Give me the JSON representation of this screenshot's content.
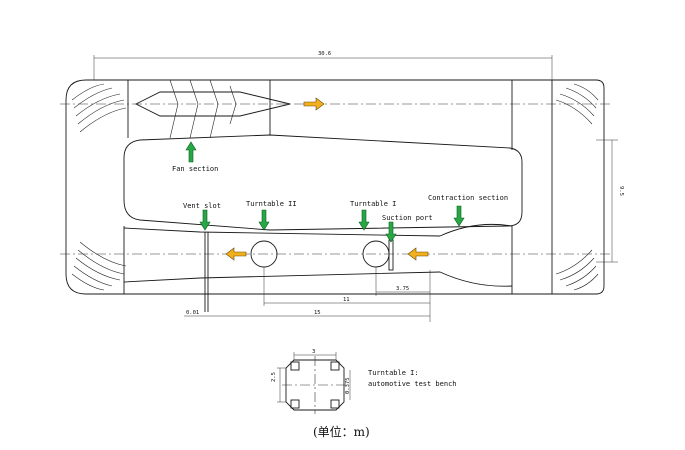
{
  "labels": {
    "fan_section": "Fan section",
    "vent_slot": "Vent slot",
    "turntable_2": "Turntable II",
    "turntable_1": "Turntable I",
    "suction_port": "Suction port",
    "contraction_section": "Contraction section",
    "legend_line1": "Turntable I:",
    "legend_line2": "automotive test bench"
  },
  "dimensions": {
    "overall_length": "30.6",
    "overall_width": "9.5",
    "d_11": "11",
    "d_3_75": "3.75",
    "d_15": "15",
    "d_0_01": "0.01",
    "bench_width": "3",
    "bench_height": "2.5",
    "bench_offset": "0.375"
  },
  "unit_note": "(单位：m)",
  "colors": {
    "label_arrow": "#27a844",
    "flow_arrow": "#f2b01e"
  }
}
